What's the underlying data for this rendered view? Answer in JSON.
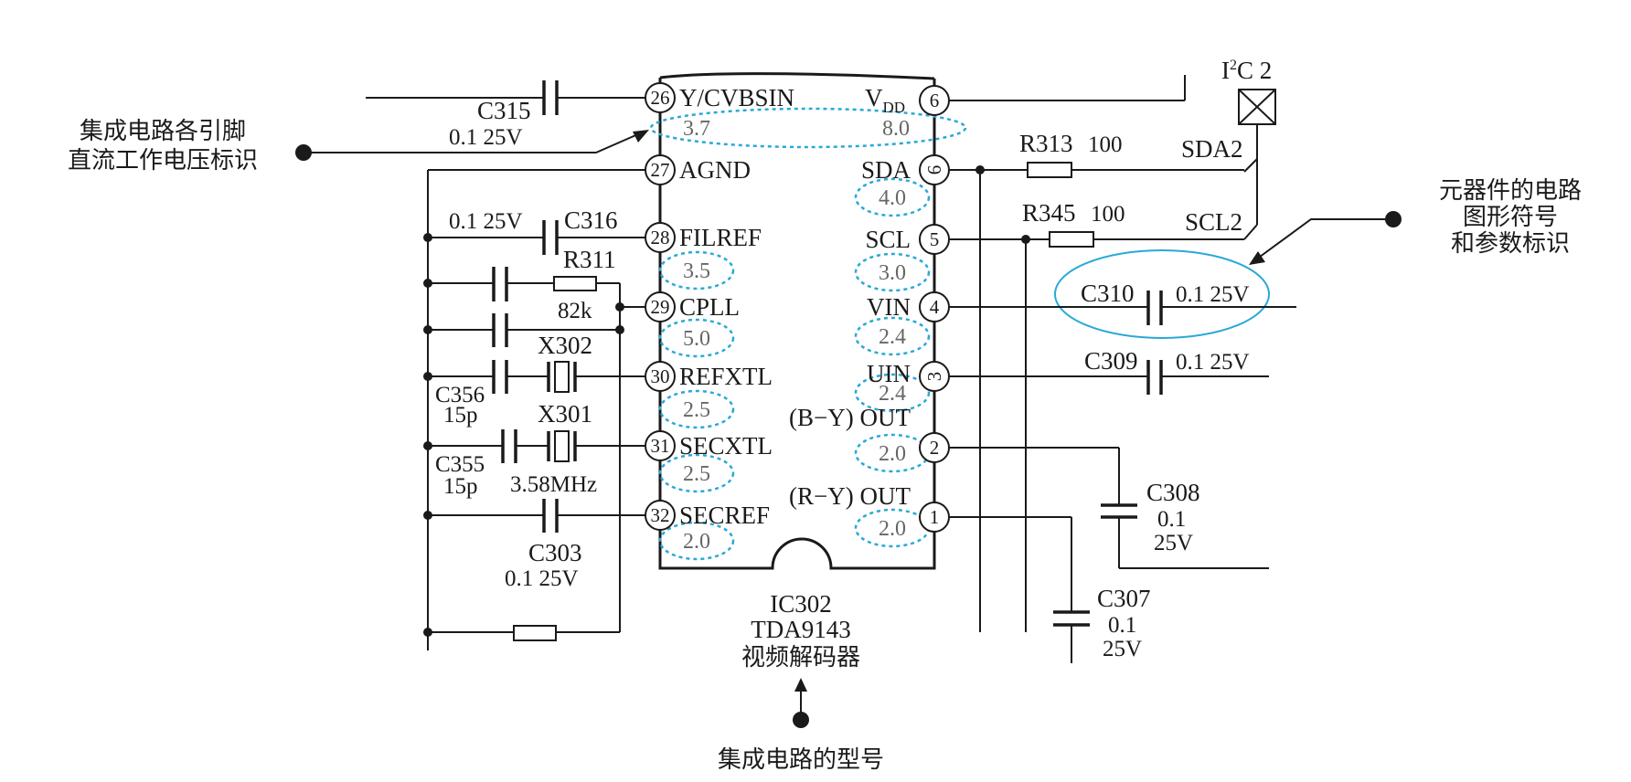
{
  "annotations": {
    "pin_voltage": [
      "集成电路各引脚",
      "直流工作电压标识"
    ],
    "symbol_params": [
      "元器件的电路",
      "图形符号",
      "和参数标识"
    ],
    "ic_model": "集成电路的型号"
  },
  "ic": {
    "ref": "IC302",
    "part": "TDA9143",
    "desc": "视频解码器",
    "left_pins": [
      {
        "num": "26",
        "name": "Y/CVBSIN",
        "volt": "3.7"
      },
      {
        "num": "27",
        "name": "AGND",
        "volt": ""
      },
      {
        "num": "28",
        "name": "FILREF",
        "volt": "3.5"
      },
      {
        "num": "29",
        "name": "CPLL",
        "volt": "5.0"
      },
      {
        "num": "30",
        "name": "REFXTL",
        "volt": "2.5"
      },
      {
        "num": "31",
        "name": "SECXTL",
        "volt": "2.5"
      },
      {
        "num": "32",
        "name": "SECREF",
        "volt": "2.0"
      }
    ],
    "right_pins": [
      {
        "num": "6",
        "name": "V",
        "sub": "DD",
        "volt": "8.0"
      },
      {
        "num": "6",
        "name": "SDA",
        "volt": "4.0"
      },
      {
        "num": "5",
        "name": "SCL",
        "volt": "3.0"
      },
      {
        "num": "4",
        "name": "VIN",
        "volt": "2.4"
      },
      {
        "num": "3",
        "name": "UIN",
        "volt": "2.4"
      },
      {
        "num": "2",
        "name": "(B−Y) OUT",
        "volt": "2.0"
      },
      {
        "num": "1",
        "name": "(R−Y) OUT",
        "volt": "2.0"
      }
    ]
  },
  "connector": {
    "label": "I",
    "sup": "2",
    "rest": "C 2"
  },
  "components": {
    "c315": {
      "ref": "C315",
      "value": "0.1 25V"
    },
    "c316": {
      "ref": "C316",
      "value": "0.1 25V"
    },
    "r311": {
      "ref": "R311",
      "value": "82k"
    },
    "x302": {
      "ref": "X302"
    },
    "c356": {
      "ref": "C356",
      "value": "15p"
    },
    "x301": {
      "ref": "X301",
      "value": "3.58MHz"
    },
    "c355": {
      "ref": "C355",
      "value": "15p"
    },
    "c303": {
      "ref": "C303",
      "value": "0.1  25V"
    },
    "r313": {
      "ref": "R313",
      "value": "100",
      "net": "SDA2"
    },
    "r345": {
      "ref": "R345",
      "value": "100",
      "net": "SCL2"
    },
    "c310": {
      "ref": "C310",
      "value": "0.1  25V"
    },
    "c309": {
      "ref": "C309",
      "value": "0.1  25V"
    },
    "c308": {
      "ref": "C308",
      "value": [
        "0.1",
        "25V"
      ]
    },
    "c307": {
      "ref": "C307",
      "value": [
        "0.1",
        "25V"
      ]
    }
  },
  "colors": {
    "highlight": "#29a9d8",
    "ink": "#1a1a1a",
    "voltage_text": "#666666"
  }
}
